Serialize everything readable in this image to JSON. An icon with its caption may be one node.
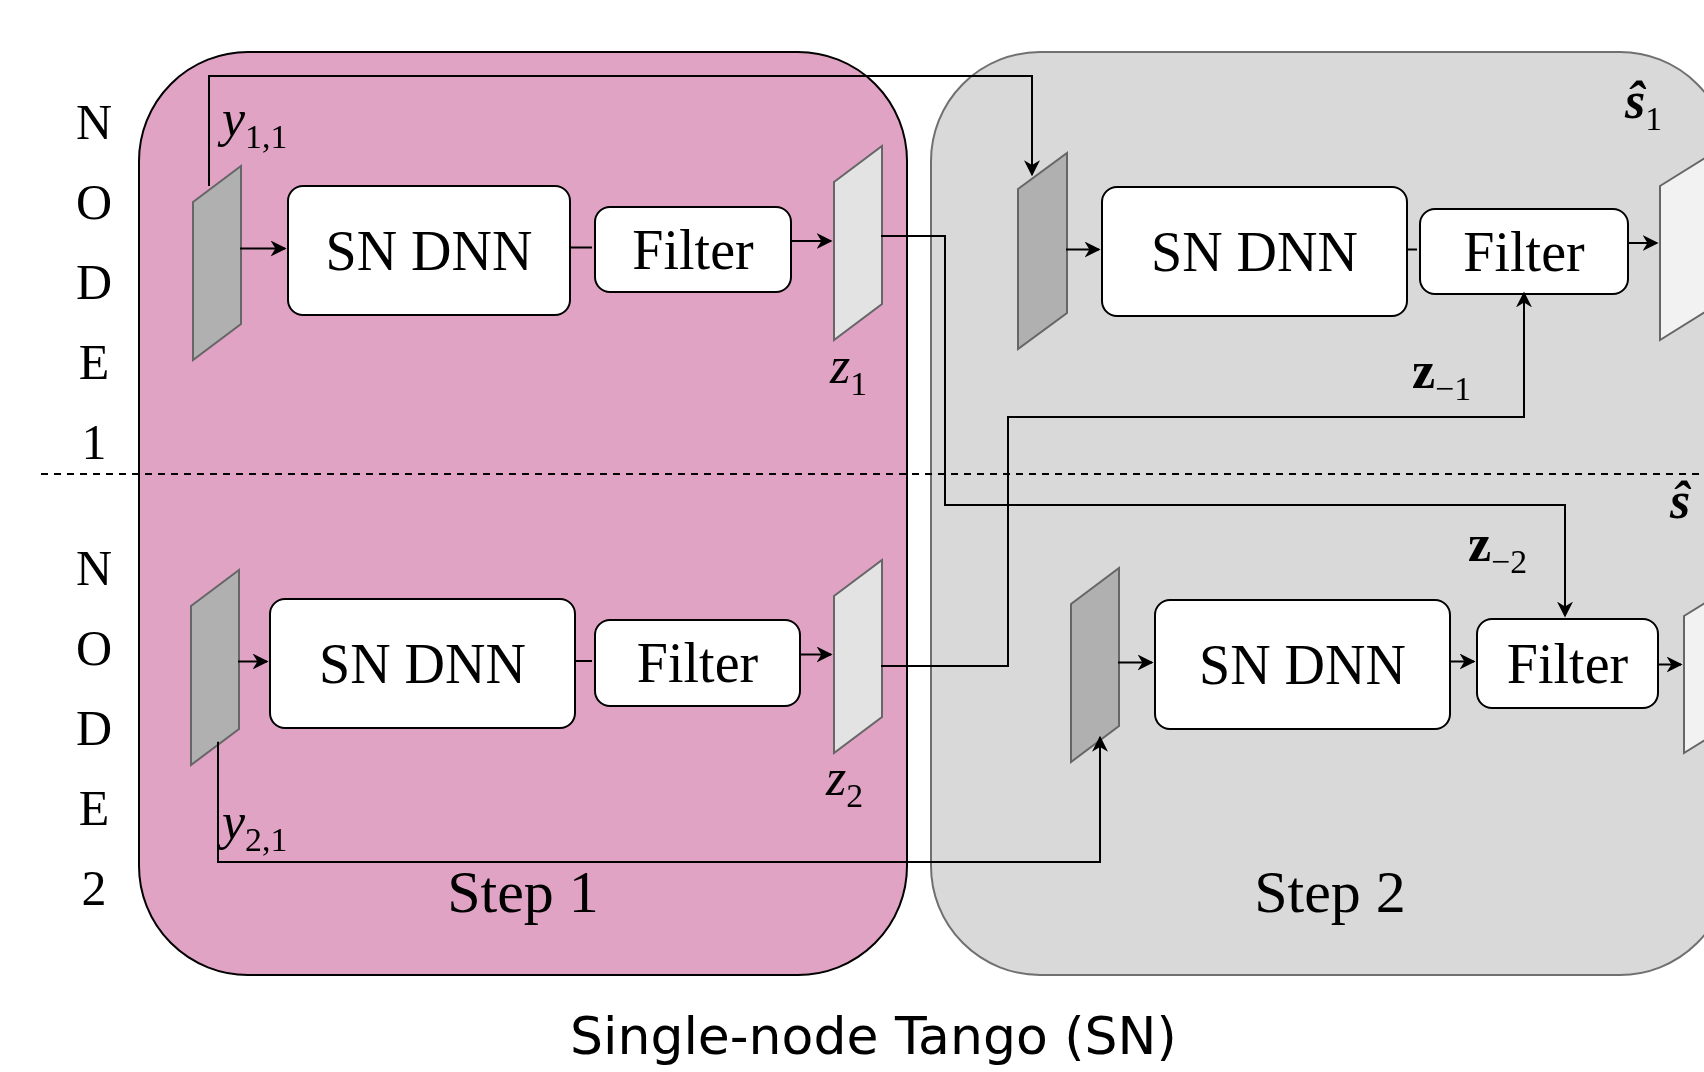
{
  "diagram": {
    "caption": "Single-node Tango (SN)",
    "nodes": [
      {
        "text": [
          "Step 1"
        ]
      },
      {
        "text": [
          "Step 2"
        ]
      },
      {
        "text": [],
        "shape": "parallelogram",
        "in": 0,
        "beside": [
          "*y*$_{1,1}$"
        ]
      },
      {
        "text": [
          "SN DNN"
        ],
        "in": 0
      },
      {
        "text": [
          "Filter"
        ],
        "in": 0
      },
      {
        "text": [],
        "shape": "parallelogram",
        "in": 0,
        "beside": [
          "*z*$_{1}$"
        ]
      },
      {
        "text": [],
        "shape": "parallelogram",
        "in": 0,
        "beside": [
          "*y*$_{2,1}$"
        ]
      },
      {
        "text": [
          "SN DNN"
        ],
        "in": 0
      },
      {
        "text": [
          "Filter"
        ],
        "in": 0
      },
      {
        "text": [],
        "shape": "parallelogram",
        "in": 0,
        "beside": [
          "*z*$_{2}$"
        ]
      },
      {
        "text": [],
        "shape": "parallelogram",
        "in": 1
      },
      {
        "text": [
          "SN DNN"
        ],
        "in": 1
      },
      {
        "text": [
          "Filter"
        ],
        "in": 1
      },
      {
        "text": [],
        "shape": "parallelogram",
        "in": 1
      },
      {
        "text": [],
        "shape": "parallelogram",
        "in": 1
      },
      {
        "text": [
          "SN DNN"
        ],
        "in": 1
      },
      {
        "text": [
          "Filter"
        ],
        "in": 1
      },
      {
        "text": [],
        "shape": "parallelogram",
        "in": 1
      }
    ],
    "edges": [
      {
        "from": 2,
        "to": 3,
        "arrow": "to"
      },
      {
        "from": 3,
        "to": 4,
        "arrow": "none"
      },
      {
        "from": 4,
        "to": 5,
        "arrow": "to"
      },
      {
        "from": 6,
        "to": 7,
        "arrow": "to"
      },
      {
        "from": 7,
        "to": 8,
        "arrow": "none"
      },
      {
        "from": 8,
        "to": 9,
        "arrow": "to"
      },
      {
        "from": 10,
        "to": 11,
        "arrow": "to"
      },
      {
        "from": 11,
        "to": 12,
        "arrow": "none"
      },
      {
        "from": 12,
        "to": 13,
        "arrow": "to"
      },
      {
        "from": 14,
        "to": 15,
        "arrow": "to"
      },
      {
        "from": 15,
        "to": 16,
        "arrow": "to"
      },
      {
        "from": 16,
        "to": 17,
        "arrow": "to"
      },
      {
        "from": 2,
        "to": 10,
        "arrow": "to"
      },
      {
        "from": 5,
        "to": 16,
        "arrow": "to",
        "label": "**z**$_{−2}$"
      },
      {
        "from": 9,
        "to": 12,
        "arrow": "to",
        "label": "**z**$_{−1}$"
      },
      {
        "from": 6,
        "to": 14,
        "arrow": "to"
      }
    ],
    "labels": [
      "NODE 1",
      "NODE 2",
      "**ŝ**$_{1}$",
      "**ŝ**"
    ]
  }
}
